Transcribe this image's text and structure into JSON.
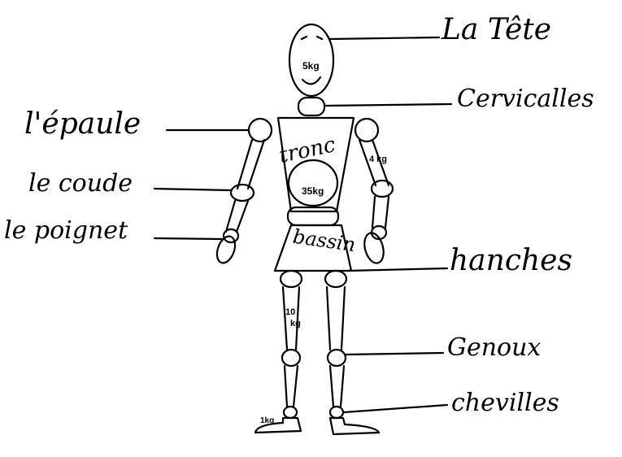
{
  "labels": {
    "head": "La Tête",
    "neck": "Cervicalles",
    "shoulder": "l'épaule",
    "elbow": "le coude",
    "wrist": "le poignet",
    "hips": "hanches",
    "knees": "Genoux",
    "ankles": "chevilles"
  },
  "body_text": {
    "trunk": "tronc",
    "pelvis": "bassin"
  },
  "weights": {
    "head": "5kg",
    "arm": "4 kg",
    "trunk": "35kg",
    "leg_top": "10",
    "leg_unit": "kg",
    "foot": "1kg"
  }
}
